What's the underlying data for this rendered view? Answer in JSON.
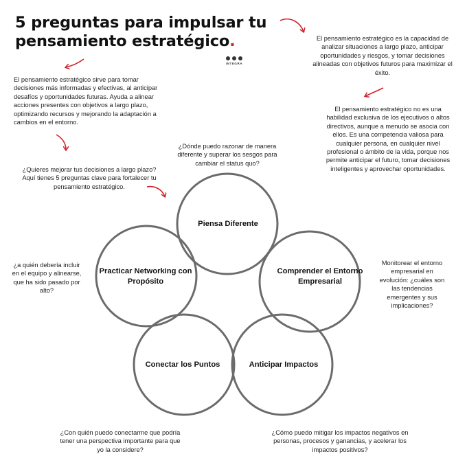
{
  "title": {
    "line1": "5 preguntas para impulsar tu",
    "line2": "pensamiento estratégico",
    "dot": "."
  },
  "logo": {
    "text": "INTEGRA"
  },
  "accent_color": "#d1202a",
  "circle_color": "#6b6b6b",
  "intro_left": "El pensamiento estratégico sirve para tomar decisiones más informadas y efectivas, al anticipar desafíos y oportunidades futuras. Ayuda a alinear acciones presentes con objetivos a largo plazo, optimizando recursos y mejorando la adaptación a cambios en el entorno.",
  "intro_right": "El pensamiento estratégico es la capacidad de analizar situaciones a largo plazo, anticipar oportunidades y riesgos, y tomar decisiones alineadas con objetivos futuros para maximizar el éxito.",
  "note_right": "El pensamiento estratégico no es una habilidad exclusiva de los ejecutivos o altos directivos, aunque a menudo se asocia con ellos. Es una competencia valiosa para cualquier persona, en cualquier nivel profesional o ámbito de la vida, porque nos permite anticipar el futuro, tomar decisiones inteligentes y aprovechar oportunidades.",
  "cta": "¿Quieres mejorar tus decisiones a largo plazo? Aquí tienes 5 preguntas clave para fortalecer tu pensamiento estratégico.",
  "circles": [
    {
      "label": "Piensa Diferente",
      "question": "¿Dónde puedo razonar de manera diferente y superar los sesgos para cambiar el status quo?"
    },
    {
      "label": "Comprender el Entorno Empresarial",
      "question": "Monitorear el entorno empresarial en evolución: ¿cuáles son las tendencias emergentes y sus implicaciones?"
    },
    {
      "label": "Anticipar Impactos",
      "question": "¿Cómo puedo mitigar los impactos negativos en personas, procesos y ganancias, y acelerar los impactos positivos?"
    },
    {
      "label": "Conectar los Puntos",
      "question": "¿Con quién puedo conectarme que podría tener una perspectiva importante para que yo la considere?"
    },
    {
      "label": "Practicar Networking con Propósito",
      "question": "¿a quién debería incluir en el equipo y alinearse, que ha sido pasado por alto?"
    }
  ]
}
